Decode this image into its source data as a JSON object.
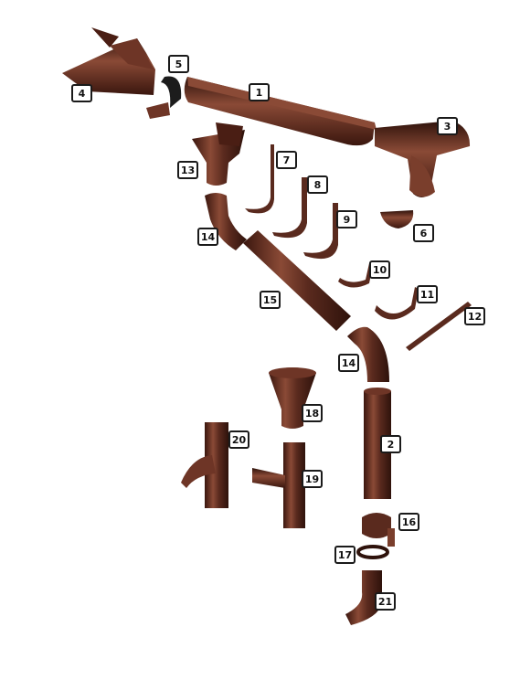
{
  "colors": {
    "part_fill": "#5a2a1e",
    "part_dark": "#3a160e",
    "part_light": "#8a4a36",
    "label_border": "#1a1a1a"
  },
  "labels": {
    "n1": "1",
    "n2": "2",
    "n3": "3",
    "n4": "4",
    "n5": "5",
    "n6": "6",
    "n7": "7",
    "n8": "8",
    "n9": "9",
    "n10": "10",
    "n11": "11",
    "n12": "12",
    "n13": "13",
    "n14a": "14",
    "n14b": "14",
    "n15": "15",
    "n16": "16",
    "n17": "17",
    "n18": "18",
    "n19": "19",
    "n20": "20",
    "n21": "21"
  }
}
